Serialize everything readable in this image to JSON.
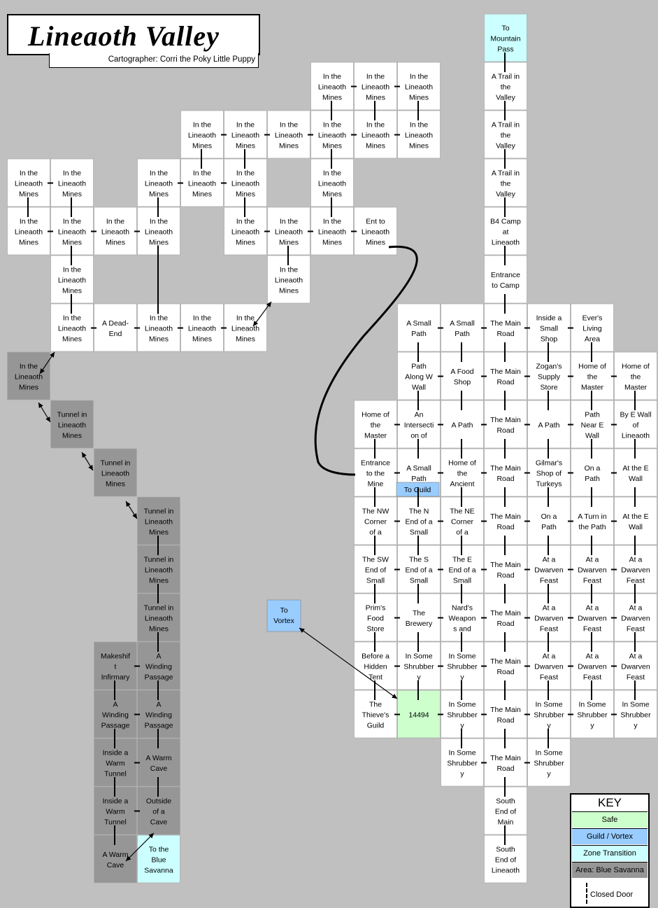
{
  "title": "Lineaoth Valley",
  "cartographer": "Cartographer: Corri the Poky Little Puppy",
  "key": {
    "title": "KEY",
    "items": [
      {
        "label": "Safe",
        "color": "#ccffcc"
      },
      {
        "label": "Guild / Vortex",
        "color": "#99ccff"
      },
      {
        "label": "Zone Transition",
        "color": "#ccffff"
      },
      {
        "label": "Area: Blue Savanna",
        "color": "#969696"
      }
    ],
    "closed_door": "Closed Door"
  },
  "colors": {
    "background": "#c0c0c0",
    "room": "#ffffff",
    "safe": "#ccffcc",
    "guild": "#99ccff",
    "zone": "#ccffff",
    "area": "#969696"
  },
  "rooms": [
    {
      "c": 11,
      "r": 0,
      "lines": [
        "To",
        "Mountain",
        "Pass"
      ],
      "t": "zone"
    },
    {
      "c": 11,
      "r": 1,
      "lines": [
        "A Trail in",
        "the",
        "Valley"
      ]
    },
    {
      "c": 11,
      "r": 2,
      "lines": [
        "A Trail in",
        "the",
        "Valley"
      ]
    },
    {
      "c": 11,
      "r": 3,
      "lines": [
        "A Trail in",
        "the",
        "Valley"
      ]
    },
    {
      "c": 11,
      "r": 4,
      "lines": [
        "B4 Camp",
        "at",
        "Lineaoth"
      ]
    },
    {
      "c": 11,
      "r": 5,
      "lines": [
        "Entrance",
        "to Camp"
      ]
    },
    {
      "c": 7,
      "r": 1,
      "lines": [
        "In the",
        "Lineaoth",
        "Mines"
      ]
    },
    {
      "c": 8,
      "r": 1,
      "lines": [
        "In the",
        "Lineaoth",
        "Mines"
      ]
    },
    {
      "c": 9,
      "r": 1,
      "lines": [
        "In the",
        "Lineaoth",
        "Mines"
      ]
    },
    {
      "c": 4,
      "r": 2,
      "lines": [
        "In the",
        "Lineaoth",
        "Mines"
      ]
    },
    {
      "c": 5,
      "r": 2,
      "lines": [
        "In the",
        "Lineaoth",
        "Mines"
      ]
    },
    {
      "c": 6,
      "r": 2,
      "lines": [
        "In the",
        "Lineaoth",
        "Mines"
      ]
    },
    {
      "c": 7,
      "r": 2,
      "lines": [
        "In the",
        "Lineaoth",
        "Mines"
      ]
    },
    {
      "c": 8,
      "r": 2,
      "lines": [
        "In the",
        "Lineaoth",
        "Mines"
      ]
    },
    {
      "c": 9,
      "r": 2,
      "lines": [
        "In the",
        "Lineaoth",
        "Mines"
      ]
    },
    {
      "c": 0,
      "r": 3,
      "lines": [
        "In the",
        "Lineaoth",
        "Mines"
      ]
    },
    {
      "c": 1,
      "r": 3,
      "lines": [
        "In the",
        "Lineaoth",
        "Mines"
      ]
    },
    {
      "c": 3,
      "r": 3,
      "lines": [
        "In the",
        "Lineaoth",
        "Mines"
      ]
    },
    {
      "c": 4,
      "r": 3,
      "lines": [
        "In the",
        "Lineaoth",
        "Mines"
      ]
    },
    {
      "c": 5,
      "r": 3,
      "lines": [
        "In the",
        "Lineaoth",
        "Mines"
      ]
    },
    {
      "c": 7,
      "r": 3,
      "lines": [
        "In the",
        "Lineaoth",
        "Mines"
      ]
    },
    {
      "c": 0,
      "r": 4,
      "lines": [
        "In the",
        "Lineaoth",
        "Mines"
      ]
    },
    {
      "c": 1,
      "r": 4,
      "lines": [
        "In the",
        "Lineaoth",
        "Mines"
      ]
    },
    {
      "c": 2,
      "r": 4,
      "lines": [
        "In the",
        "Lineaoth",
        "Mines"
      ]
    },
    {
      "c": 3,
      "r": 4,
      "lines": [
        "In the",
        "Lineaoth",
        "Mines"
      ]
    },
    {
      "c": 5,
      "r": 4,
      "lines": [
        "In the",
        "Lineaoth",
        "Mines"
      ]
    },
    {
      "c": 6,
      "r": 4,
      "lines": [
        "In the",
        "Lineaoth",
        "Mines"
      ]
    },
    {
      "c": 7,
      "r": 4,
      "lines": [
        "In the",
        "Lineaoth",
        "Mines"
      ]
    },
    {
      "c": 8,
      "r": 4,
      "lines": [
        "Ent to",
        "Lineaoth",
        "Mines"
      ]
    },
    {
      "c": 1,
      "r": 5,
      "lines": [
        "In the",
        "Lineaoth",
        "Mines"
      ]
    },
    {
      "c": 6,
      "r": 5,
      "lines": [
        "In the",
        "Lineaoth",
        "Mines"
      ]
    },
    {
      "c": 1,
      "r": 6,
      "lines": [
        "In the",
        "Lineaoth",
        "Mines"
      ]
    },
    {
      "c": 2,
      "r": 6,
      "lines": [
        "A Dead-",
        "End"
      ]
    },
    {
      "c": 3,
      "r": 6,
      "lines": [
        "In the",
        "Lineaoth",
        "Mines"
      ]
    },
    {
      "c": 4,
      "r": 6,
      "lines": [
        "In the",
        "Lineaoth",
        "Mines"
      ]
    },
    {
      "c": 5,
      "r": 6,
      "lines": [
        "In the",
        "Lineaoth",
        "Mines"
      ]
    },
    {
      "c": 9,
      "r": 6,
      "lines": [
        "A Small",
        "Path"
      ]
    },
    {
      "c": 10,
      "r": 6,
      "lines": [
        "A Small",
        "Path"
      ]
    },
    {
      "c": 11,
      "r": 6,
      "lines": [
        "The Main",
        "Road"
      ]
    },
    {
      "c": 12,
      "r": 6,
      "lines": [
        "Inside a",
        "Small",
        "Shop"
      ]
    },
    {
      "c": 13,
      "r": 6,
      "lines": [
        "Ever's",
        "Living",
        "Area"
      ]
    },
    {
      "c": 0,
      "r": 7,
      "lines": [
        "In the",
        "Lineaoth",
        "Mines"
      ],
      "t": "area"
    },
    {
      "c": 9,
      "r": 7,
      "lines": [
        "Path",
        "Along W",
        "Wall"
      ]
    },
    {
      "c": 10,
      "r": 7,
      "lines": [
        "A Food",
        "Shop"
      ]
    },
    {
      "c": 11,
      "r": 7,
      "lines": [
        "The Main",
        "Road"
      ]
    },
    {
      "c": 12,
      "r": 7,
      "lines": [
        "Zogan's",
        "Supply",
        "Store"
      ]
    },
    {
      "c": 13,
      "r": 7,
      "lines": [
        "Home of",
        "the",
        "Master"
      ]
    },
    {
      "c": 14,
      "r": 7,
      "lines": [
        "Home of",
        "the",
        "Master"
      ]
    },
    {
      "c": 1,
      "r": 8,
      "lines": [
        "Tunnel in",
        "Lineaoth",
        "Mines"
      ],
      "t": "area"
    },
    {
      "c": 8,
      "r": 8,
      "lines": [
        "Home of",
        "the",
        "Master"
      ]
    },
    {
      "c": 9,
      "r": 8,
      "lines": [
        "An",
        "Intersecti",
        "on of"
      ]
    },
    {
      "c": 10,
      "r": 8,
      "lines": [
        "A Path"
      ]
    },
    {
      "c": 11,
      "r": 8,
      "lines": [
        "The Main",
        "Road"
      ]
    },
    {
      "c": 12,
      "r": 8,
      "lines": [
        "A Path"
      ]
    },
    {
      "c": 13,
      "r": 8,
      "lines": [
        "Path",
        "Near E",
        "Wall"
      ]
    },
    {
      "c": 14,
      "r": 8,
      "lines": [
        "By E Wall",
        "of",
        "Lineaoth"
      ]
    },
    {
      "c": 2,
      "r": 9,
      "lines": [
        "Tunnel in",
        "Lineaoth",
        "Mines"
      ],
      "t": "area"
    },
    {
      "c": 8,
      "r": 9,
      "lines": [
        "Entrance",
        "to the",
        "Mine"
      ]
    },
    {
      "c": 9,
      "r": 9,
      "lines": [
        "A Small",
        "Path"
      ]
    },
    {
      "c": 10,
      "r": 9,
      "lines": [
        "Home of",
        "the",
        "Ancient"
      ]
    },
    {
      "c": 11,
      "r": 9,
      "lines": [
        "The Main",
        "Road"
      ]
    },
    {
      "c": 12,
      "r": 9,
      "lines": [
        "Gilmar's",
        "Shop of",
        "Turkeys"
      ]
    },
    {
      "c": 13,
      "r": 9,
      "lines": [
        "On a",
        "Path"
      ]
    },
    {
      "c": 14,
      "r": 9,
      "lines": [
        "At the E",
        "Wall"
      ]
    },
    {
      "c": 3,
      "r": 10,
      "lines": [
        "Tunnel in",
        "Lineaoth",
        "Mines"
      ],
      "t": "area"
    },
    {
      "c": 8,
      "r": 10,
      "lines": [
        "The NW",
        "Corner",
        "of a"
      ]
    },
    {
      "c": 9,
      "r": 10,
      "lines": [
        "The N",
        "End of a",
        "Small"
      ]
    },
    {
      "c": 10,
      "r": 10,
      "lines": [
        "The NE",
        "Corner",
        "of a"
      ]
    },
    {
      "c": 11,
      "r": 10,
      "lines": [
        "The Main",
        "Road"
      ]
    },
    {
      "c": 12,
      "r": 10,
      "lines": [
        "On a",
        "Path"
      ]
    },
    {
      "c": 13,
      "r": 10,
      "lines": [
        "A Turn in",
        "the Path"
      ]
    },
    {
      "c": 14,
      "r": 10,
      "lines": [
        "At the E",
        "Wall"
      ]
    },
    {
      "c": 3,
      "r": 11,
      "lines": [
        "Tunnel in",
        "Lineaoth",
        "Mines"
      ],
      "t": "area"
    },
    {
      "c": 8,
      "r": 11,
      "lines": [
        "The SW",
        "End of",
        "Small"
      ]
    },
    {
      "c": 9,
      "r": 11,
      "lines": [
        "The S",
        "End of a",
        "Small"
      ]
    },
    {
      "c": 10,
      "r": 11,
      "lines": [
        "The E",
        "End of a",
        "Small"
      ]
    },
    {
      "c": 11,
      "r": 11,
      "lines": [
        "The Main",
        "Road"
      ]
    },
    {
      "c": 12,
      "r": 11,
      "lines": [
        "At a",
        "Dwarven",
        "Feast"
      ]
    },
    {
      "c": 13,
      "r": 11,
      "lines": [
        "At a",
        "Dwarven",
        "Feast"
      ]
    },
    {
      "c": 14,
      "r": 11,
      "lines": [
        "At a",
        "Dwarven",
        "Feast"
      ]
    },
    {
      "c": 3,
      "r": 12,
      "lines": [
        "Tunnel in",
        "Lineaoth",
        "Mines"
      ],
      "t": "area"
    },
    {
      "c": 8,
      "r": 12,
      "lines": [
        "Prim's",
        "Food",
        "Store"
      ]
    },
    {
      "c": 9,
      "r": 12,
      "lines": [
        "The",
        "Brewery"
      ]
    },
    {
      "c": 10,
      "r": 12,
      "lines": [
        "Nard's",
        "Weapon",
        "s and"
      ]
    },
    {
      "c": 11,
      "r": 12,
      "lines": [
        "The Main",
        "Road"
      ]
    },
    {
      "c": 12,
      "r": 12,
      "lines": [
        "At a",
        "Dwarven",
        "Feast"
      ]
    },
    {
      "c": 13,
      "r": 12,
      "lines": [
        "At a",
        "Dwarven",
        "Feast"
      ]
    },
    {
      "c": 14,
      "r": 12,
      "lines": [
        "At a",
        "Dwarven",
        "Feast"
      ]
    },
    {
      "c": 2,
      "r": 13,
      "lines": [
        "Makeshif",
        "t",
        "Infirmary"
      ],
      "t": "area"
    },
    {
      "c": 3,
      "r": 13,
      "lines": [
        "A",
        "Winding",
        "Passage"
      ],
      "t": "area"
    },
    {
      "c": 8,
      "r": 13,
      "lines": [
        "Before a",
        "Hidden",
        "Tent"
      ]
    },
    {
      "c": 9,
      "r": 13,
      "lines": [
        "In Some",
        "Shrubber",
        "y"
      ]
    },
    {
      "c": 10,
      "r": 13,
      "lines": [
        "In Some",
        "Shrubber",
        "y"
      ]
    },
    {
      "c": 11,
      "r": 13,
      "lines": [
        "The Main",
        "Road"
      ]
    },
    {
      "c": 12,
      "r": 13,
      "lines": [
        "At a",
        "Dwarven",
        "Feast"
      ]
    },
    {
      "c": 13,
      "r": 13,
      "lines": [
        "At a",
        "Dwarven",
        "Feast"
      ]
    },
    {
      "c": 14,
      "r": 13,
      "lines": [
        "At a",
        "Dwarven",
        "Feast"
      ]
    },
    {
      "c": 2,
      "r": 14,
      "lines": [
        "A",
        "Winding",
        "Passage"
      ],
      "t": "area"
    },
    {
      "c": 3,
      "r": 14,
      "lines": [
        "A",
        "Winding",
        "Passage"
      ],
      "t": "area"
    },
    {
      "c": 8,
      "r": 14,
      "lines": [
        "The",
        "Thieve's",
        "Guild"
      ]
    },
    {
      "c": 9,
      "r": 14,
      "lines": [
        "14494"
      ],
      "t": "safe"
    },
    {
      "c": 10,
      "r": 14,
      "lines": [
        "In Some",
        "Shrubber",
        "y"
      ]
    },
    {
      "c": 11,
      "r": 14,
      "lines": [
        "The Main",
        "Road"
      ]
    },
    {
      "c": 12,
      "r": 14,
      "lines": [
        "In Some",
        "Shrubber",
        "y"
      ]
    },
    {
      "c": 13,
      "r": 14,
      "lines": [
        "In Some",
        "Shrubber",
        "y"
      ]
    },
    {
      "c": 14,
      "r": 14,
      "lines": [
        "In Some",
        "Shrubber",
        "y"
      ]
    },
    {
      "c": 2,
      "r": 15,
      "lines": [
        "Inside a",
        "Warm",
        "Tunnel"
      ],
      "t": "area"
    },
    {
      "c": 3,
      "r": 15,
      "lines": [
        "A Warm",
        "Cave"
      ],
      "t": "area"
    },
    {
      "c": 10,
      "r": 15,
      "lines": [
        "In Some",
        "Shrubber",
        "y"
      ]
    },
    {
      "c": 11,
      "r": 15,
      "lines": [
        "The Main",
        "Road"
      ]
    },
    {
      "c": 12,
      "r": 15,
      "lines": [
        "In Some",
        "Shrubber",
        "y"
      ]
    },
    {
      "c": 2,
      "r": 16,
      "lines": [
        "Inside a",
        "Warm",
        "Tunnel"
      ],
      "t": "area"
    },
    {
      "c": 3,
      "r": 16,
      "lines": [
        "Outside",
        "of a",
        "Cave"
      ],
      "t": "area"
    },
    {
      "c": 11,
      "r": 16,
      "lines": [
        "South",
        "End of",
        "Main"
      ]
    },
    {
      "c": 2,
      "r": 17,
      "lines": [
        "A Warm",
        "Cave"
      ],
      "t": "area"
    },
    {
      "c": 3,
      "r": 17,
      "lines": [
        "To the",
        "Blue",
        "Savanna"
      ],
      "t": "zone"
    },
    {
      "c": 11,
      "r": 17,
      "lines": [
        "South",
        "End of",
        "Lineaoth"
      ]
    }
  ],
  "extras": [
    {
      "id": "to-guild",
      "lines": [
        "To Guild"
      ],
      "t": "guild"
    },
    {
      "id": "to-vortex",
      "lines": [
        "To",
        "Vortex"
      ],
      "t": "guild"
    }
  ]
}
